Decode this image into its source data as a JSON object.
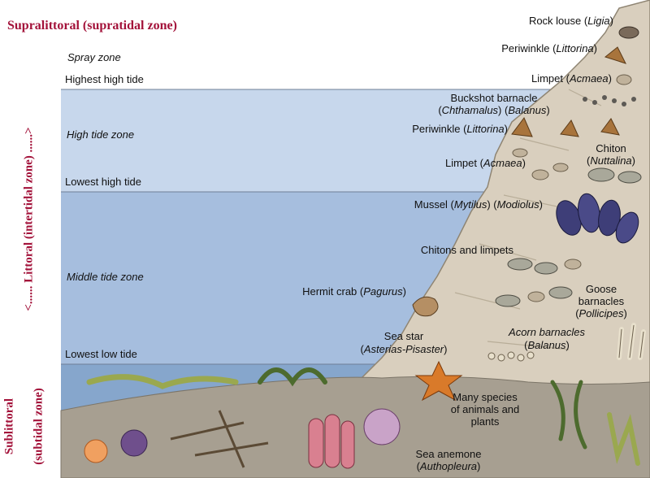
{
  "colors": {
    "zone_label": "#a3123a",
    "spray_bg": "#ffffff",
    "high_tide_bg": "#c7d7ec",
    "middle_tide_bg": "#a6bede",
    "subtidal_bg": "#86a6cc",
    "rock": "#d9cfbe",
    "seafloor": "#a79f91"
  },
  "zones": {
    "supralittoral": "Supralittoral (supratidal zone)",
    "littoral": "<...... Littoral (intertidal zone) ......>",
    "sublittoral_line1": "Sublittoral",
    "sublittoral_line2": "(subtidal zone)"
  },
  "levels": {
    "spray_zone": "Spray zone",
    "highest_high_tide": "Highest high tide",
    "high_tide_zone": "High tide zone",
    "lowest_high_tide": "Lowest high tide",
    "middle_tide_zone": "Middle tide zone",
    "lowest_low_tide": "Lowest low tide"
  },
  "organisms": {
    "rock_louse": {
      "common": "Rock louse (",
      "sci": "Ligia",
      "close": ")"
    },
    "periwinkle_top": {
      "common": "Periwinkle (",
      "sci": "Littorina",
      "close": ")"
    },
    "limpet_top": {
      "common": "Limpet (",
      "sci": "Acmaea",
      "close": ")"
    },
    "buckshot_barnacle": {
      "line1": "Buckshot barnacle",
      "open": "(",
      "sci1": "Chthamalus",
      "mid": ") (",
      "sci2": "Balanus",
      "close": ")"
    },
    "periwinkle_mid": {
      "common": "Periwinkle (",
      "sci": "Littorina",
      "close": ")"
    },
    "chiton": {
      "common": "Chiton",
      "open": "(",
      "sci": "Nuttalina",
      "close": ")"
    },
    "limpet_mid": {
      "common": "Limpet (",
      "sci": "Acmaea",
      "close": ")"
    },
    "mussel": {
      "common": "Mussel (",
      "sci1": "Mytilus",
      "mid": ") (",
      "sci2": "Modiolus",
      "close": ")"
    },
    "chitons_limpets": {
      "common": "Chitons and limpets"
    },
    "hermit_crab": {
      "common": "Hermit crab (",
      "sci": "Pagurus",
      "close": ")"
    },
    "goose_barnacles": {
      "line1": "Goose",
      "line2": "barnacles",
      "open": "(",
      "sci": "Pollicipes",
      "close": ")"
    },
    "sea_star": {
      "common": "Sea star",
      "open": "(",
      "sci": "Asterias-Pisaster",
      "close": ")"
    },
    "acorn_barnacles": {
      "common": "Acorn barnacles",
      "open": "(",
      "sci": "Balanus",
      "close": ")"
    },
    "many_species": {
      "line1": "Many species",
      "line2": "of animals and",
      "line3": "plants"
    },
    "sea_anemone": {
      "common": "Sea anemone",
      "open": "(",
      "sci": "Authopleura",
      "close": ")"
    }
  }
}
